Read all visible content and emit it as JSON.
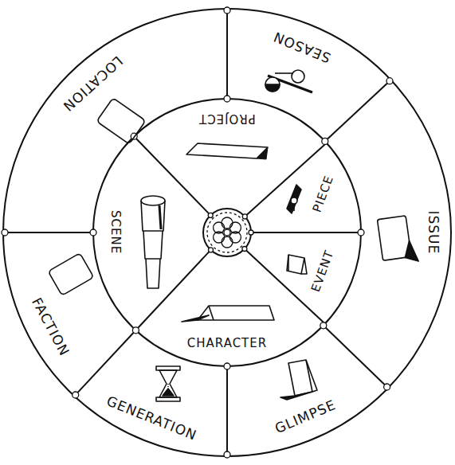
{
  "diagram": {
    "nodes": [
      {
        "text": [
          "SEASON"
        ]
      },
      {
        "text": [
          "ISSUE"
        ]
      },
      {
        "text": [
          "GLIMPSE"
        ]
      },
      {
        "text": [
          "GENERATION"
        ]
      },
      {
        "text": [
          "FACTION"
        ]
      },
      {
        "text": [
          "LOCATION"
        ]
      },
      {
        "text": [
          "PROJECT"
        ]
      },
      {
        "text": [
          "PIECE"
        ]
      },
      {
        "text": [
          "EVENT"
        ]
      },
      {
        "text": [
          "CHARACTER"
        ]
      },
      {
        "text": [
          "SCENE"
        ]
      }
    ]
  }
}
